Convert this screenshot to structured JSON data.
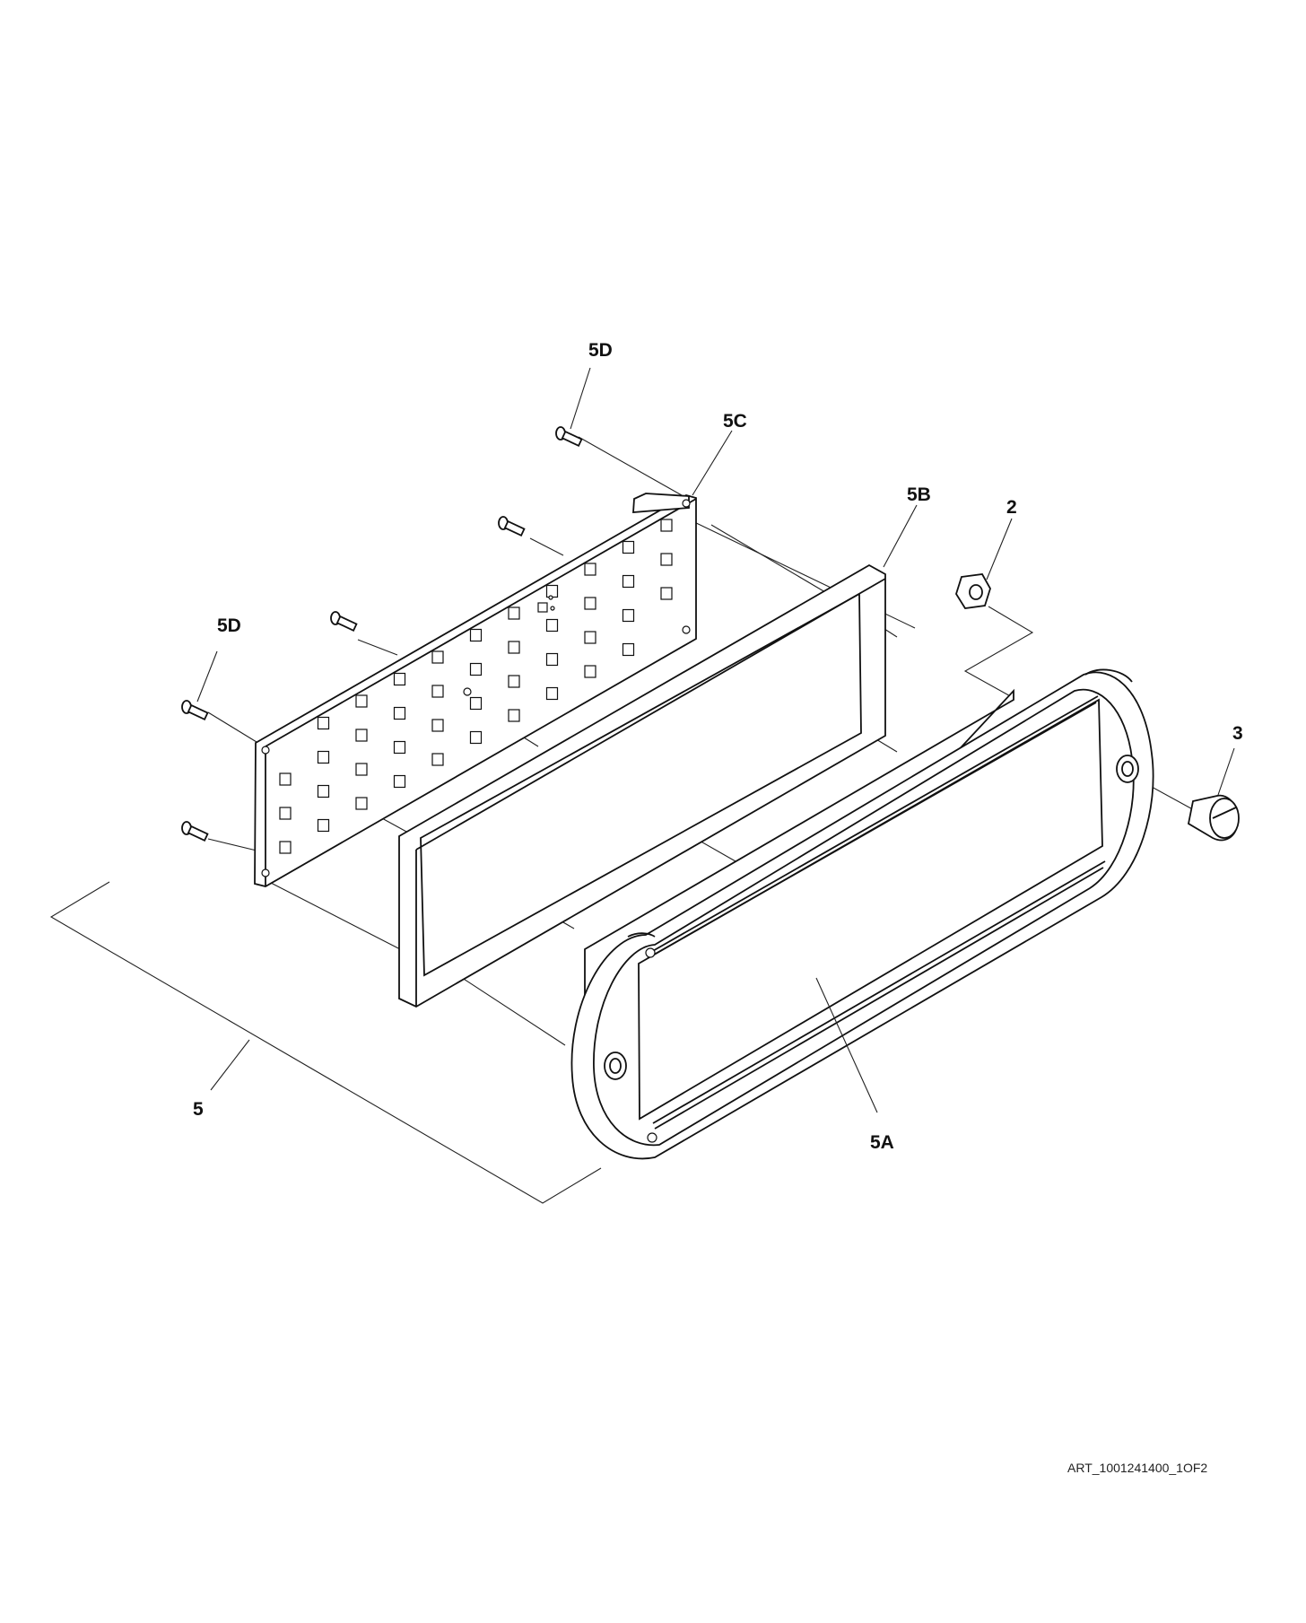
{
  "callouts": {
    "c5d_top": "5D",
    "c5c": "5C",
    "c5b": "5B",
    "c2": "2",
    "c5d_left": "5D",
    "c3": "3",
    "c5": "5",
    "c5a": "5A"
  },
  "art_id": "ART_1001241400_1OF2"
}
